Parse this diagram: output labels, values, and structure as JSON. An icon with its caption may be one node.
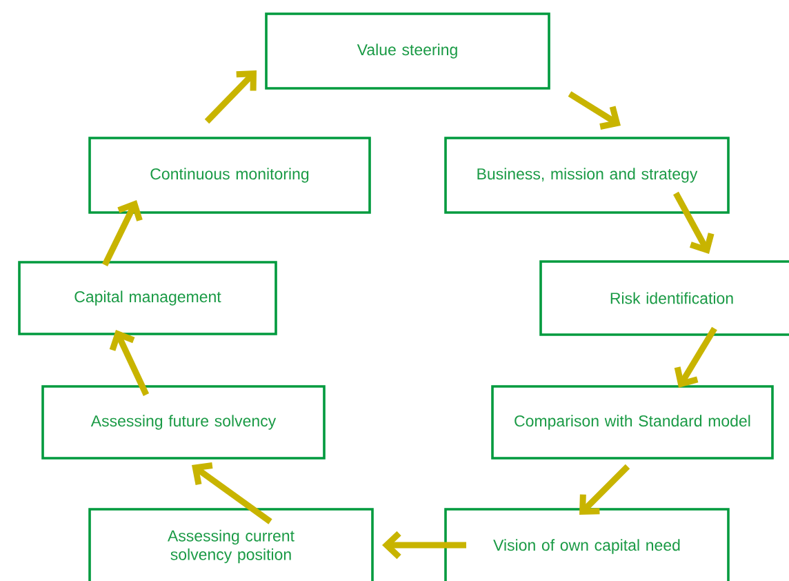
{
  "diagram": {
    "nodes": [
      {
        "text": [
          "Value steering"
        ]
      },
      {
        "text": [
          "Continuous monitoring"
        ]
      },
      {
        "text": [
          "Business, mission and strategy"
        ]
      },
      {
        "text": [
          "Capital management"
        ]
      },
      {
        "text": [
          "Risk identification"
        ]
      },
      {
        "text": [
          "Assessing future solvency"
        ]
      },
      {
        "text": [
          "Comparison with Standard model"
        ]
      },
      {
        "text": [
          "Assessing current solvency position"
        ]
      },
      {
        "text": [
          "Vision of own capital need"
        ]
      }
    ],
    "edges": [
      {
        "from": 0,
        "to": 2,
        "arrow": "to"
      },
      {
        "from": 2,
        "to": 4,
        "arrow": "to"
      },
      {
        "from": 4,
        "to": 6,
        "arrow": "to"
      },
      {
        "from": 6,
        "to": 8,
        "arrow": "to"
      },
      {
        "from": 8,
        "to": 7,
        "arrow": "to"
      },
      {
        "from": 7,
        "to": 5,
        "arrow": "to"
      },
      {
        "from": 5,
        "to": 3,
        "arrow": "to"
      },
      {
        "from": 3,
        "to": 1,
        "arrow": "to"
      },
      {
        "from": 1,
        "to": 0,
        "arrow": "to"
      }
    ]
  }
}
